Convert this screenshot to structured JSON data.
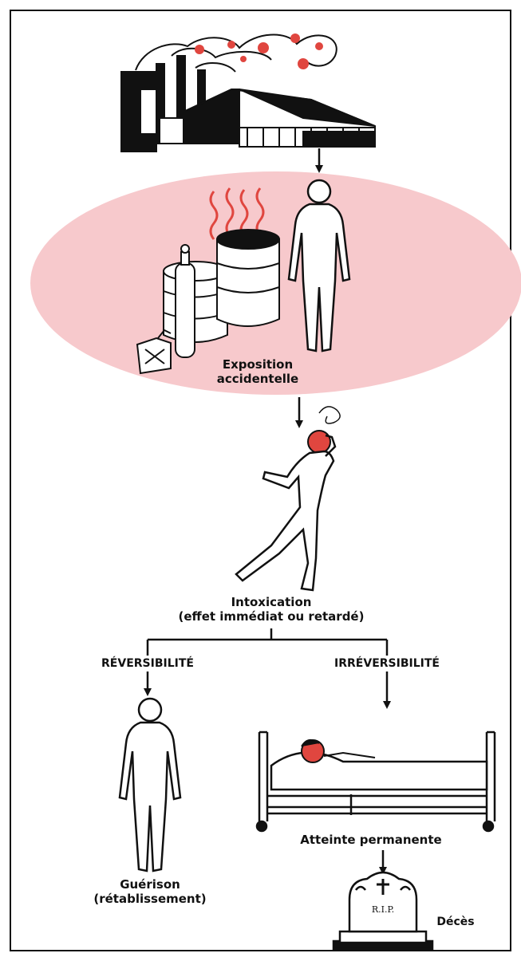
{
  "colors": {
    "pink": "#f7c9cc",
    "red": "#e0463f",
    "ink": "#111111"
  },
  "labels": {
    "exposure": [
      "Exposition",
      "accidentelle"
    ],
    "intoxication": [
      "Intoxication",
      "(effet immédiat ou retardé)"
    ],
    "reversibility": "RÉVERSIBILITÉ",
    "irreversibility": "IRRÉVERSIBILITÉ",
    "permanent": "Atteinte permanente",
    "recovery": [
      "Guérison",
      "(rétablissement)"
    ],
    "death": "Décès",
    "tombstone": "R.I.P."
  },
  "icons": [
    "factory-icon",
    "barrels-icon",
    "gas-cylinder-icon",
    "jerrycan-icon",
    "standing-person-icon",
    "dizzy-person-icon",
    "hospital-bed-icon",
    "tombstone-icon",
    "cross-icon"
  ]
}
